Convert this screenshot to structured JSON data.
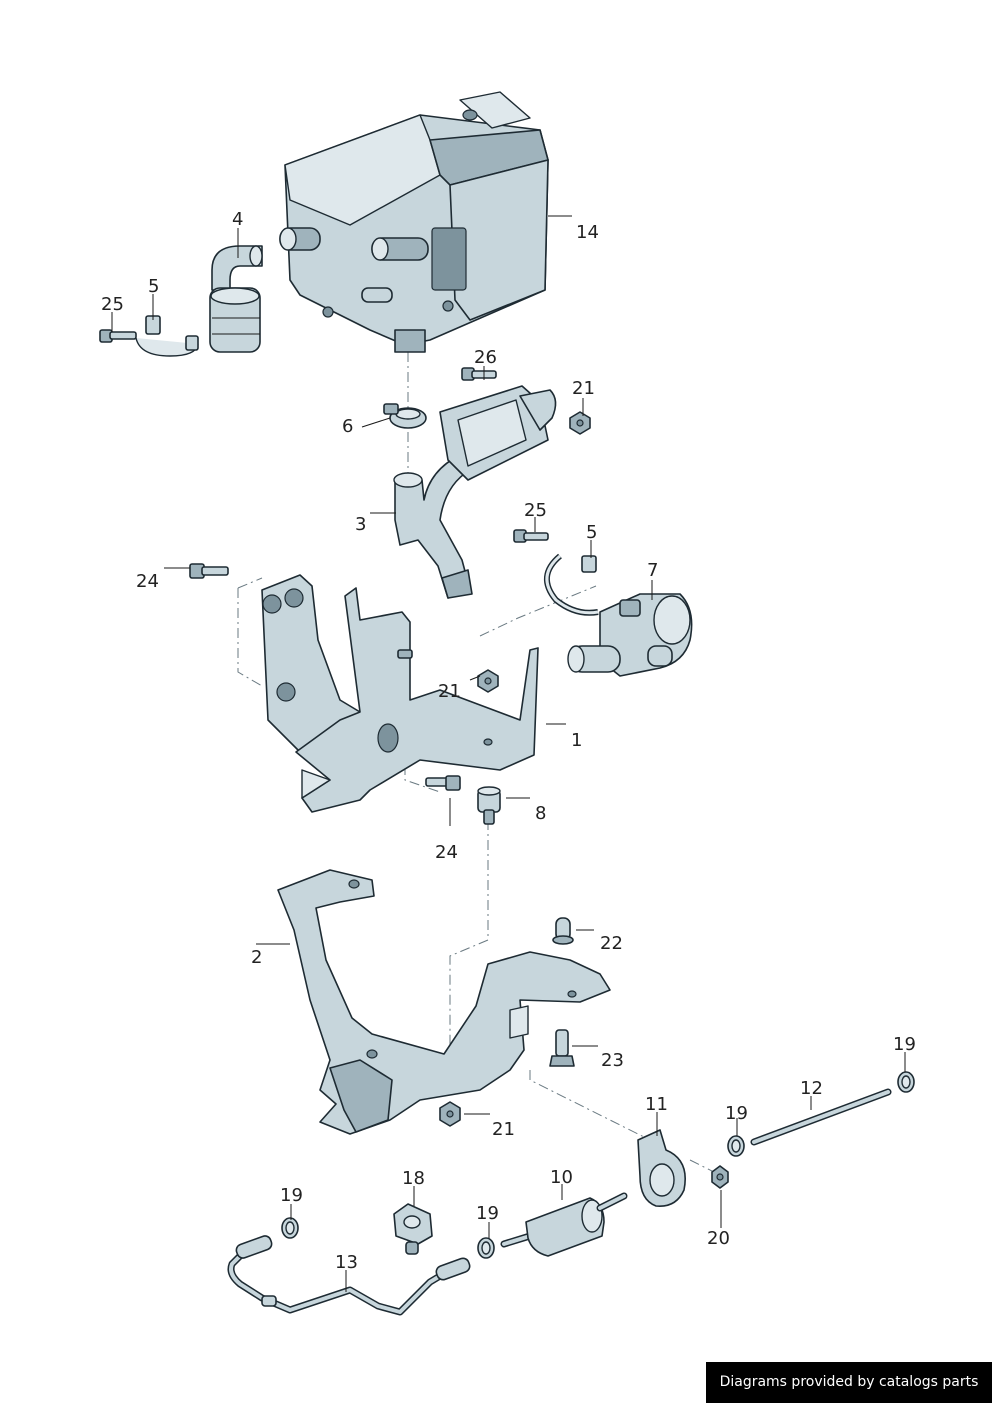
{
  "callouts": {
    "p1": "1",
    "p2": "2",
    "p3": "3",
    "p4": "4",
    "p5a": "5",
    "p5b": "5",
    "p6": "6",
    "p7": "7",
    "p8": "8",
    "p10": "10",
    "p11": "11",
    "p12": "12",
    "p13": "13",
    "p14": "14",
    "p18": "18",
    "p19a": "19",
    "p19b": "19",
    "p19c": "19",
    "p19d": "19",
    "p20": "20",
    "p21a": "21",
    "p21b": "21",
    "p21c": "21",
    "p22": "22",
    "p23": "23",
    "p24a": "24",
    "p24b": "24",
    "p25a": "25",
    "p25b": "25",
    "p26": "26"
  },
  "credit": "Diagrams provided by catalogs parts",
  "colors": {
    "part_fill": "#c7d6dc",
    "outline": "#1e2b33",
    "credit_bg": "#000000"
  }
}
